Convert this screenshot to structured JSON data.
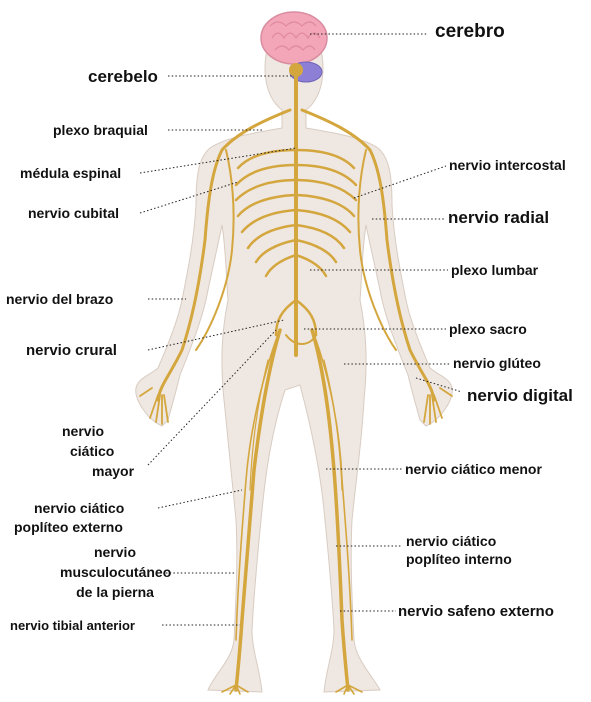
{
  "colors": {
    "nerve": "#D4A63E",
    "skin": "#EFE7E1",
    "brain": "#F2A6B8",
    "cerebellum": "#8E7FD6"
  },
  "labels": {
    "cerebro": "cerebro",
    "cerebelo": "cerebelo",
    "plexo_braquial": "plexo braquial",
    "medula_espinal": "médula espinal",
    "nervio_cubital": "nervio cubital",
    "nervio_del_brazo": "nervio del brazo",
    "nervio_crural": "nervio crural",
    "nervio_ciatico_mayor": [
      "nervio",
      "ciático",
      "mayor"
    ],
    "nervio_ciatico_popliteo_externo": [
      "nervio ciático",
      "poplíteo externo"
    ],
    "nervio_musculocutaneo": [
      "nervio",
      "musculocutáneo",
      "de la pierna"
    ],
    "nervio_tibial_anterior": "nervio tibial anterior",
    "nervio_intercostal": "nervio intercostal",
    "nervio_radial": "nervio radial",
    "plexo_lumbar": "plexo lumbar",
    "plexo_sacro": "plexo sacro",
    "nervio_gluteo": "nervio glúteo",
    "nervio_digital": "nervio digital",
    "nervio_ciatico_menor": "nervio ciático menor",
    "nervio_ciatico_popliteo_interno": [
      "nervio ciático",
      "poplíteo interno"
    ],
    "nervio_safeno_externo": "nervio safeno externo"
  }
}
